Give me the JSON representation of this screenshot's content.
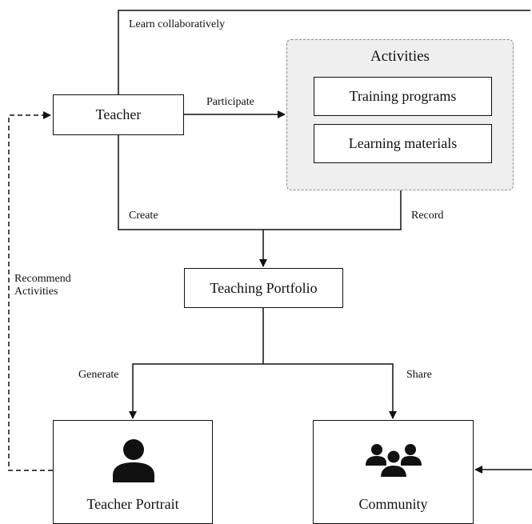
{
  "nodes": {
    "teacher": "Teacher",
    "activities": {
      "title": "Activities",
      "items": [
        "Training programs",
        "Learning materials"
      ]
    },
    "portfolio": "Teaching Portfolio",
    "portrait": "Teacher Portrait",
    "community": "Community"
  },
  "edges": {
    "learn": "Learn collaboratively",
    "participate": "Participate",
    "create": "Create",
    "record": "Record",
    "generate": "Generate",
    "share": "Share",
    "recommend": [
      "Recommend",
      "Activities"
    ]
  },
  "icons": {
    "portrait": "user-icon",
    "community": "users-group-icon"
  }
}
